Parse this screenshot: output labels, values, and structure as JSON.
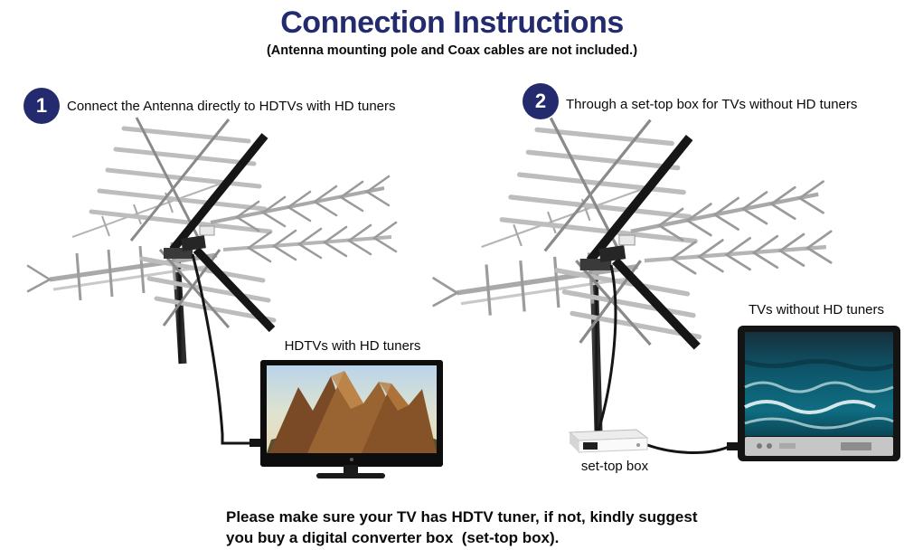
{
  "header": {
    "title": "Connection Instructions",
    "subtitle": "(Antenna mounting pole and Coax cables are not included.)"
  },
  "steps": [
    {
      "number": "1",
      "label": "Connect the Antenna directly to HDTVs with HD tuners"
    },
    {
      "number": "2",
      "label": "Through a set-top box for TVs without HD tuners"
    }
  ],
  "labels": {
    "hdtv": "HDTVs with HD tuners",
    "tv_without_tuner": "TVs without HD tuners",
    "set_top_box": "set-top box"
  },
  "footer": {
    "line1": "Please make sure your TV has HDTV tuner, if not, kindly suggest",
    "line2": "you buy a digital converter box  (set-top box)."
  },
  "illustrations": {
    "antenna_1": "outdoor-yagi-antenna",
    "antenna_2": "outdoor-yagi-antenna",
    "tv_1": "flat-screen-hdtv-showing-mountains",
    "tv_2": "tv-showing-ocean-waves",
    "set_top_box": "white-set-top-box"
  },
  "colors": {
    "accent_navy": "#232b6e",
    "text_black": "#0a0a0a",
    "cable_black": "#151515"
  }
}
